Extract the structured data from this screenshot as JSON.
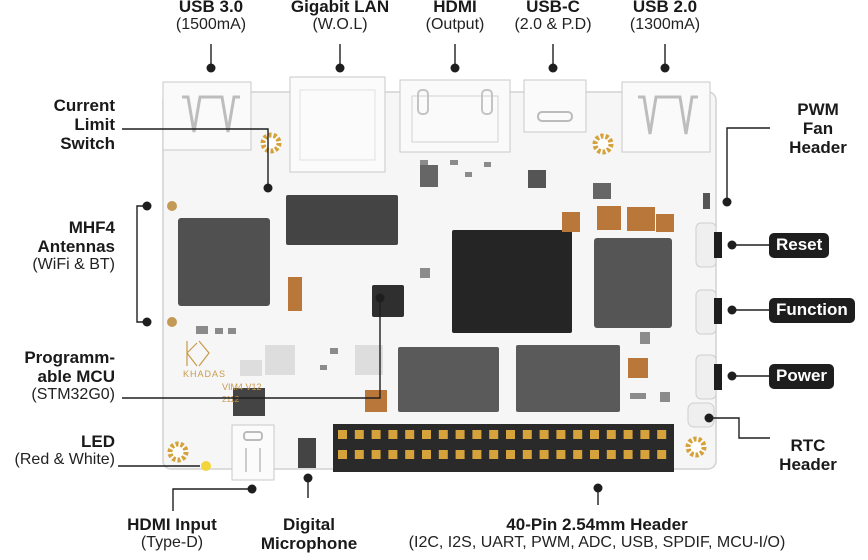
{
  "labels": {
    "usb3": {
      "title": "USB 3.0",
      "sub": "(1500mA)"
    },
    "lan": {
      "title": "Gigabit LAN",
      "sub": "(W.O.L)"
    },
    "hdmi_out": {
      "title": "HDMI",
      "sub": "(Output)"
    },
    "usbc": {
      "title": "USB-C",
      "sub": "(2.0 & P.D)"
    },
    "usb2": {
      "title": "USB 2.0",
      "sub": "(1300mA)"
    },
    "current_limit": {
      "l1": "Current",
      "l2": "Limit",
      "l3": "Switch"
    },
    "mhf4": {
      "l1": "MHF4",
      "l2": "Antennas",
      "sub": "(WiFi & BT)"
    },
    "mcu": {
      "l1": "Programm-",
      "l2": "able MCU",
      "sub": "(STM32G0)"
    },
    "led": {
      "title": "LED",
      "sub": "(Red & White)"
    },
    "hdmi_in": {
      "title": "HDMI Input",
      "sub": "(Type-D)"
    },
    "mic": {
      "l1": "Digital",
      "l2": "Microphone"
    },
    "header40": {
      "title": "40-Pin 2.54mm Header",
      "sub": "(I2C, I2S, UART, PWM, ADC, USB, SPDIF, MCU-I/O)"
    },
    "pwm_fan": {
      "l1": "PWM",
      "l2": "Fan",
      "l3": "Header"
    },
    "rtc": {
      "l1": "RTC",
      "l2": "Header"
    }
  },
  "buttons": {
    "reset": "Reset",
    "function": "Function",
    "power": "Power"
  },
  "board": {
    "brand": "KHADAS",
    "model": "VIM4 V12",
    "code": "2112"
  },
  "colors": {
    "board": "#f6f6f6",
    "chip": "#3a3a3a",
    "gold": "#d8a040",
    "copper": "#b9783a",
    "led": "#f2d53a",
    "label_bg": "#1e1e1e"
  }
}
